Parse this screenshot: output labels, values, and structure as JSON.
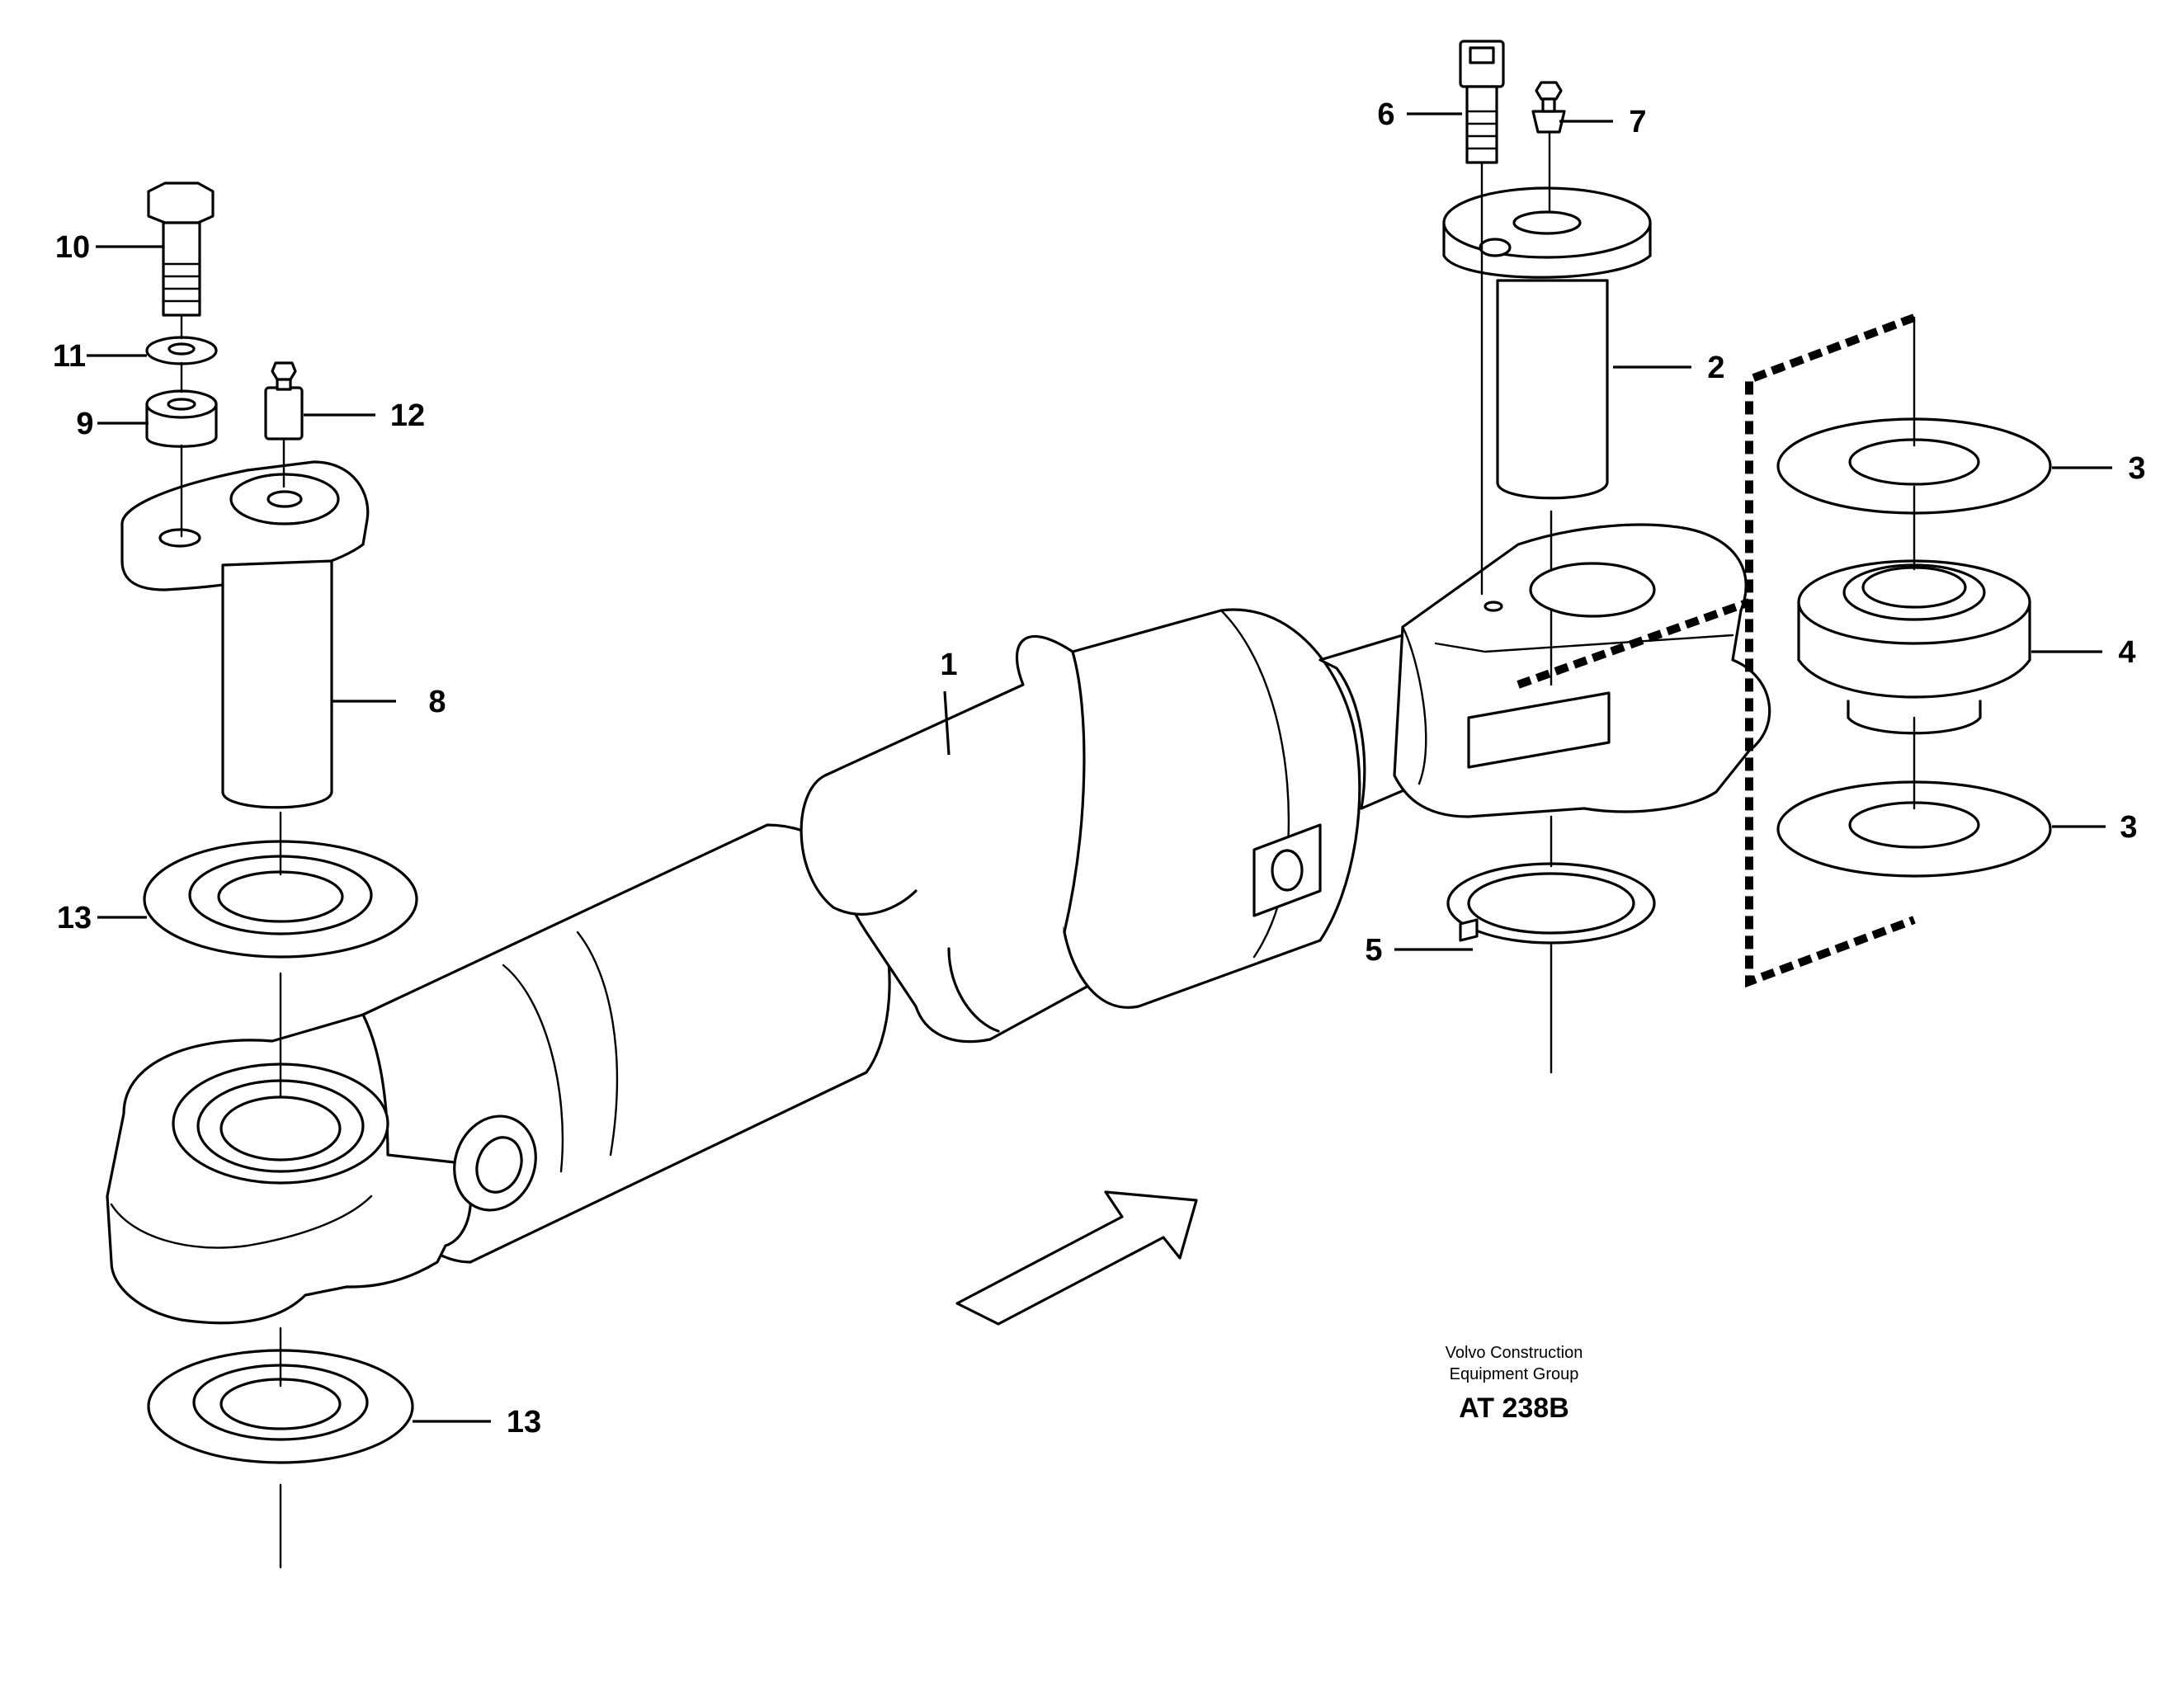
{
  "callouts": [
    {
      "id": "c1",
      "label": "1",
      "part": "cylinder"
    },
    {
      "id": "c2",
      "label": "2",
      "part": "pin"
    },
    {
      "id": "c3a",
      "label": "3",
      "part": "washer"
    },
    {
      "id": "c3b",
      "label": "3",
      "part": "washer"
    },
    {
      "id": "c4",
      "label": "4",
      "part": "spherical bearing"
    },
    {
      "id": "c5",
      "label": "5",
      "part": "circlip"
    },
    {
      "id": "c6",
      "label": "6",
      "part": "socket head screw"
    },
    {
      "id": "c7",
      "label": "7",
      "part": "grease nipple"
    },
    {
      "id": "c8",
      "label": "8",
      "part": "pin"
    },
    {
      "id": "c9",
      "label": "9",
      "part": "spacer"
    },
    {
      "id": "c10",
      "label": "10",
      "part": "hex bolt"
    },
    {
      "id": "c11",
      "label": "11",
      "part": "washer"
    },
    {
      "id": "c12",
      "label": "12",
      "part": "grease nipple"
    },
    {
      "id": "c13a",
      "label": "13",
      "part": "seal ring"
    },
    {
      "id": "c13b",
      "label": "13",
      "part": "seal ring"
    }
  ],
  "credit": {
    "line1": "Volvo Construction",
    "line2": "Equipment Group",
    "code": "AT 238B"
  }
}
